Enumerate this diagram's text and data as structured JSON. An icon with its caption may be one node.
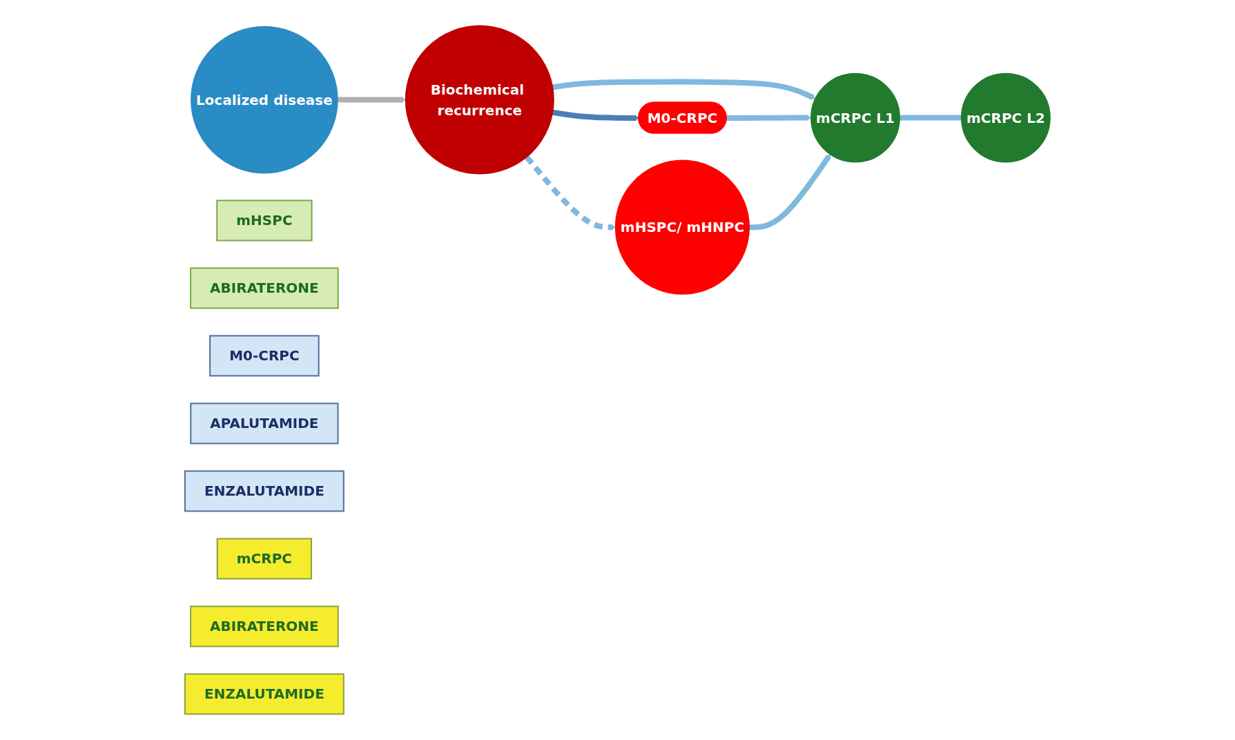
{
  "diagram": {
    "nodes": [
      {
        "text": [
          "Localized disease"
        ]
      },
      {
        "text": [
          "Biochemical recurrence"
        ]
      },
      {
        "text": [
          "mHSPC/ mHNPC"
        ]
      },
      {
        "text": [
          "M0-CRPC"
        ]
      },
      {
        "text": [
          "mCRPC L1"
        ]
      },
      {
        "text": [
          "mCRPC L2"
        ]
      },
      {
        "text": [
          "mHSPC"
        ]
      },
      {
        "text": [
          "ABIRATERONE"
        ]
      },
      {
        "text": [
          "M0-CRPC"
        ]
      },
      {
        "text": [
          "APALUTAMIDE"
        ]
      },
      {
        "text": [
          "ENZALUTAMIDE"
        ]
      },
      {
        "text": [
          "mCRPC"
        ]
      },
      {
        "text": [
          "ABIRATERONE"
        ]
      },
      {
        "text": [
          "ENZALUTAMIDE"
        ]
      }
    ],
    "edges": [
      {
        "from": 0,
        "to": 1,
        "arrow": "to",
        "color": "#b0b0b0"
      },
      {
        "from": 1,
        "to": 2,
        "arrow": "to",
        "style": "dashed"
      },
      {
        "from": 1,
        "to": 4,
        "arrow": "to"
      },
      {
        "from": 1,
        "to": 3,
        "arrow": "to",
        "color": "#4a7fb5"
      },
      {
        "from": 3,
        "to": 4,
        "arrow": "to"
      },
      {
        "from": 2,
        "to": 4,
        "arrow": "to"
      },
      {
        "from": 4,
        "to": 5,
        "arrow": "none"
      }
    ]
  }
}
